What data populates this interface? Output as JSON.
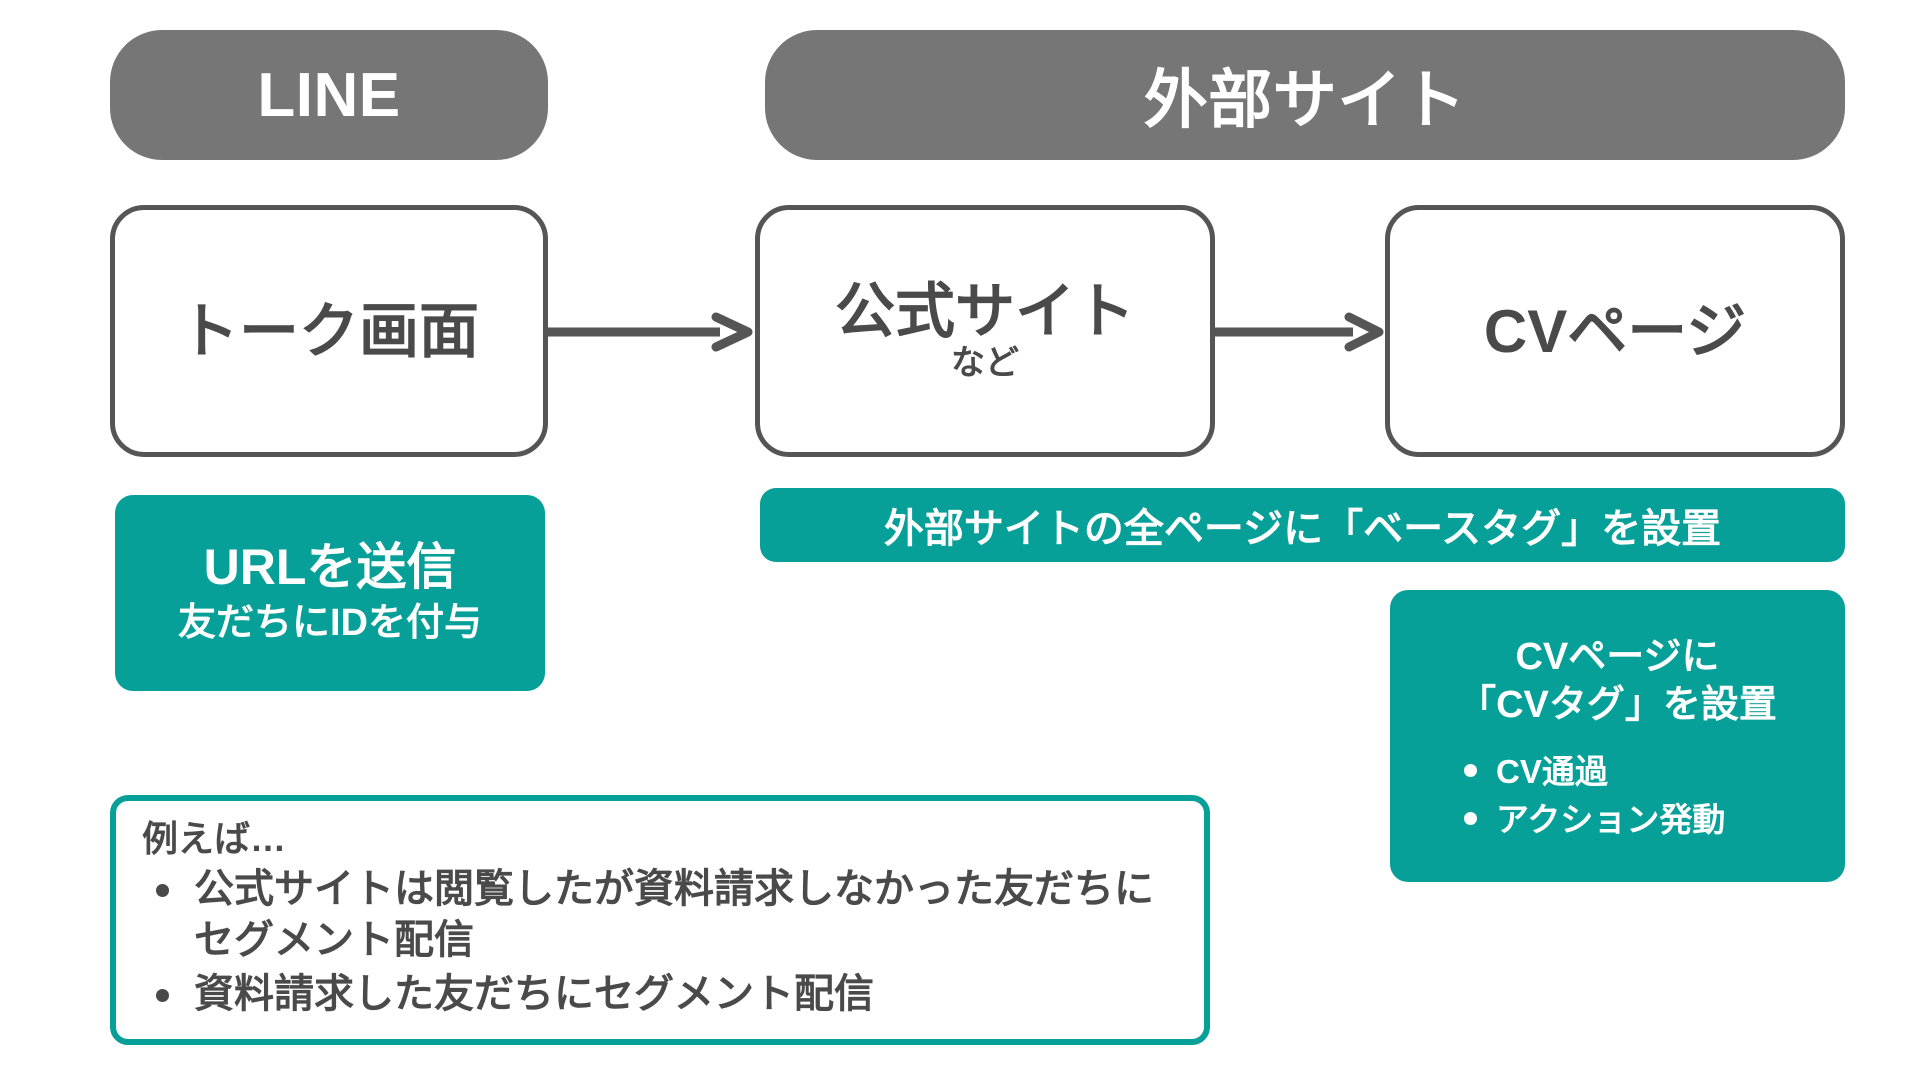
{
  "colors": {
    "header_pill": "#767676",
    "node_border": "#555555",
    "node_text": "#4a4a4a",
    "teal": "#06A099",
    "white": "#ffffff",
    "background": "#ffffff"
  },
  "headers": [
    {
      "id": "line",
      "label": "LINE"
    },
    {
      "id": "external",
      "label": "外部サイト"
    }
  ],
  "flow": {
    "nodes": [
      {
        "id": "talk",
        "title": "トーク画面",
        "subtitle": ""
      },
      {
        "id": "official",
        "title": "公式サイト",
        "subtitle": "など"
      },
      {
        "id": "cv",
        "title": "CVページ",
        "subtitle": ""
      }
    ],
    "arrows": [
      {
        "id": "arrow-1",
        "from": "talk",
        "to": "official"
      },
      {
        "id": "arrow-2",
        "from": "official",
        "to": "cv"
      }
    ]
  },
  "callouts": {
    "url_send": {
      "line_1": "URLを送信",
      "line_2": "友だちにIDを付与"
    },
    "base_tag_banner": {
      "text": "外部サイトの全ページに「ベースタグ」を設置"
    },
    "cv_tag": {
      "head_line_1": "CVページに",
      "head_line_2": "「CVタグ」を設置",
      "bullets": [
        "CV通過",
        "アクション発動"
      ]
    }
  },
  "example": {
    "heading": "例えば…",
    "bullets": [
      "公式サイトは閲覧したが資料請求しなかった友だちにセグメント配信",
      "資料請求した友だちにセグメント配信"
    ]
  }
}
